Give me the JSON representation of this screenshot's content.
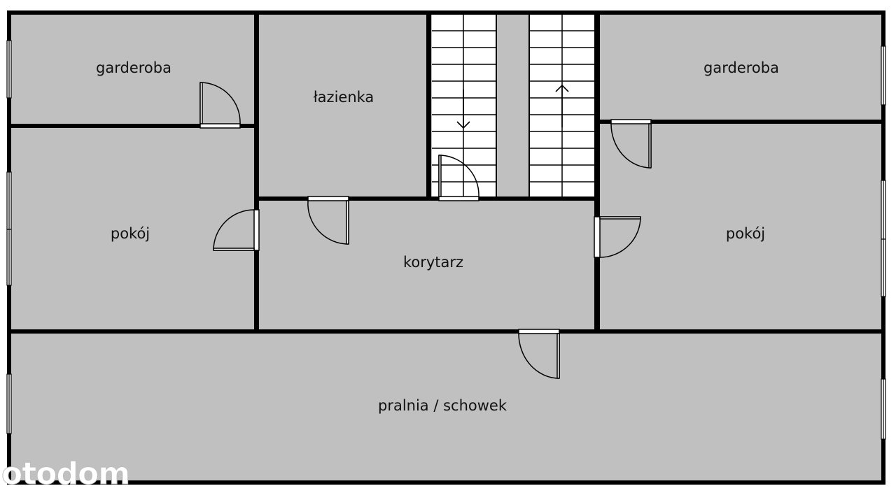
{
  "rooms": {
    "garderoba_left": "garderoba",
    "lazienka": "łazienka",
    "garderoba_right": "garderoba",
    "pokoj_left": "pokój",
    "korytarz": "korytarz",
    "pokoj_right": "pokój",
    "pralnia": "pralnia / schowek"
  },
  "watermark": "otodom",
  "colors": {
    "floor": "#c0c0c0",
    "wall": "#000000",
    "background": "#ffffff"
  }
}
